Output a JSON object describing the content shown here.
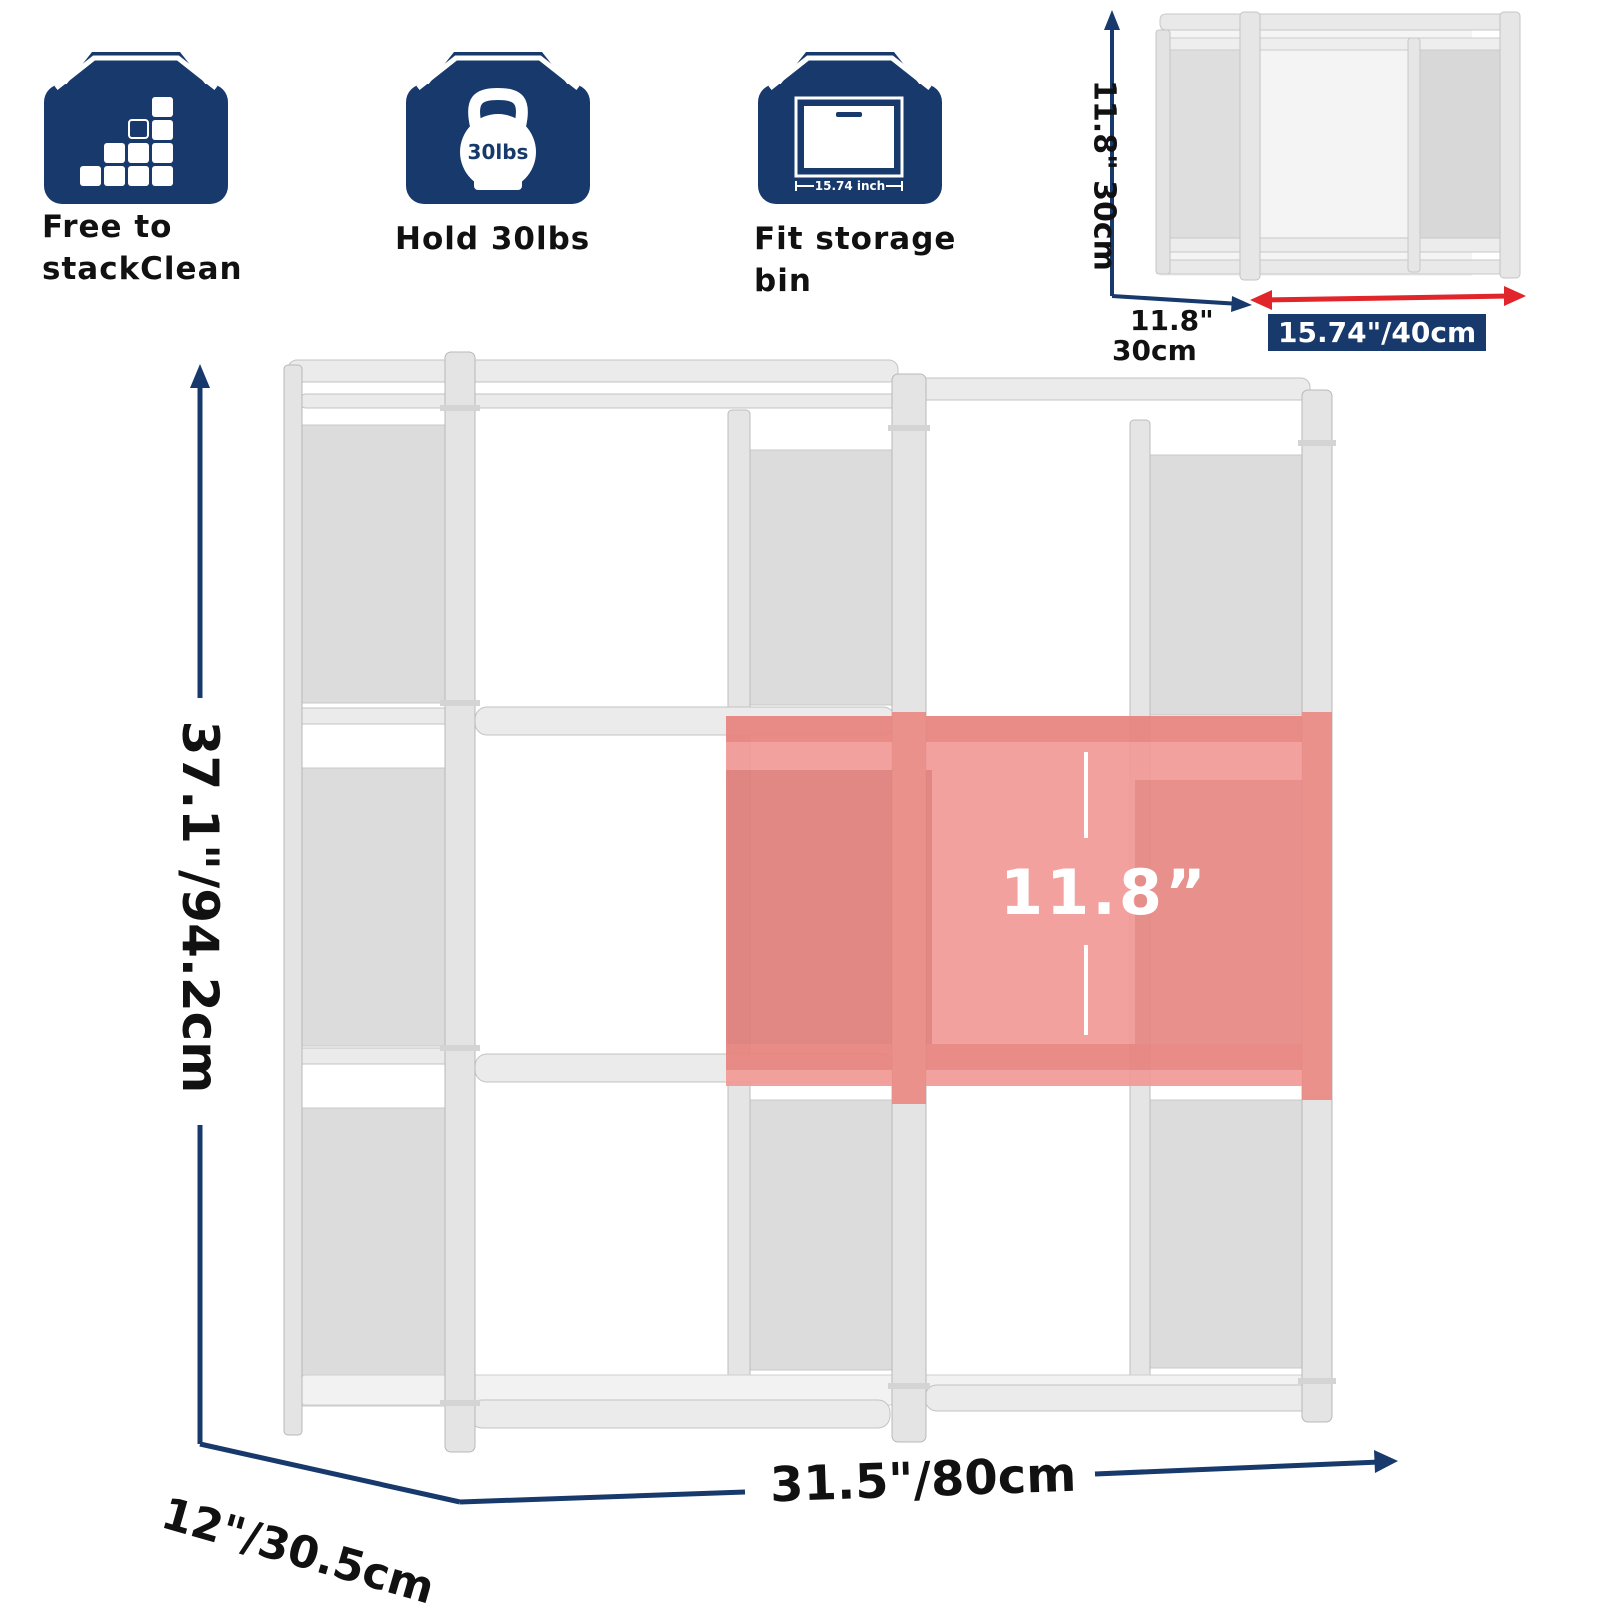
{
  "features": [
    {
      "label": "Free  to\nstackClean",
      "icon": "stacking-cubes-icon"
    },
    {
      "label": "Hold  30lbs",
      "icon": "kettlebell-icon",
      "icon_text": "30lbs"
    },
    {
      "label": "Fit  storage\nbin",
      "icon": "storage-bin-icon",
      "icon_text": "15.74  inch"
    }
  ],
  "single_cube": {
    "height_label": "11.8\"  30cm",
    "depth_label_line1": "11.8\"",
    "depth_label_line2": "30cm",
    "width_label": "15.74\"/40cm"
  },
  "main_unit": {
    "height_label": "37.1\"/94.2cm",
    "depth_label": "12\"/30.5cm",
    "width_label": "31.5\"/80cm",
    "highlight_label": "11.8”"
  },
  "colors": {
    "navy": "#17396b",
    "frame": "#e8e8e8",
    "panel": "#dcdcdc",
    "highlight": "#f39a96",
    "arrow_red": "#e0262b"
  }
}
